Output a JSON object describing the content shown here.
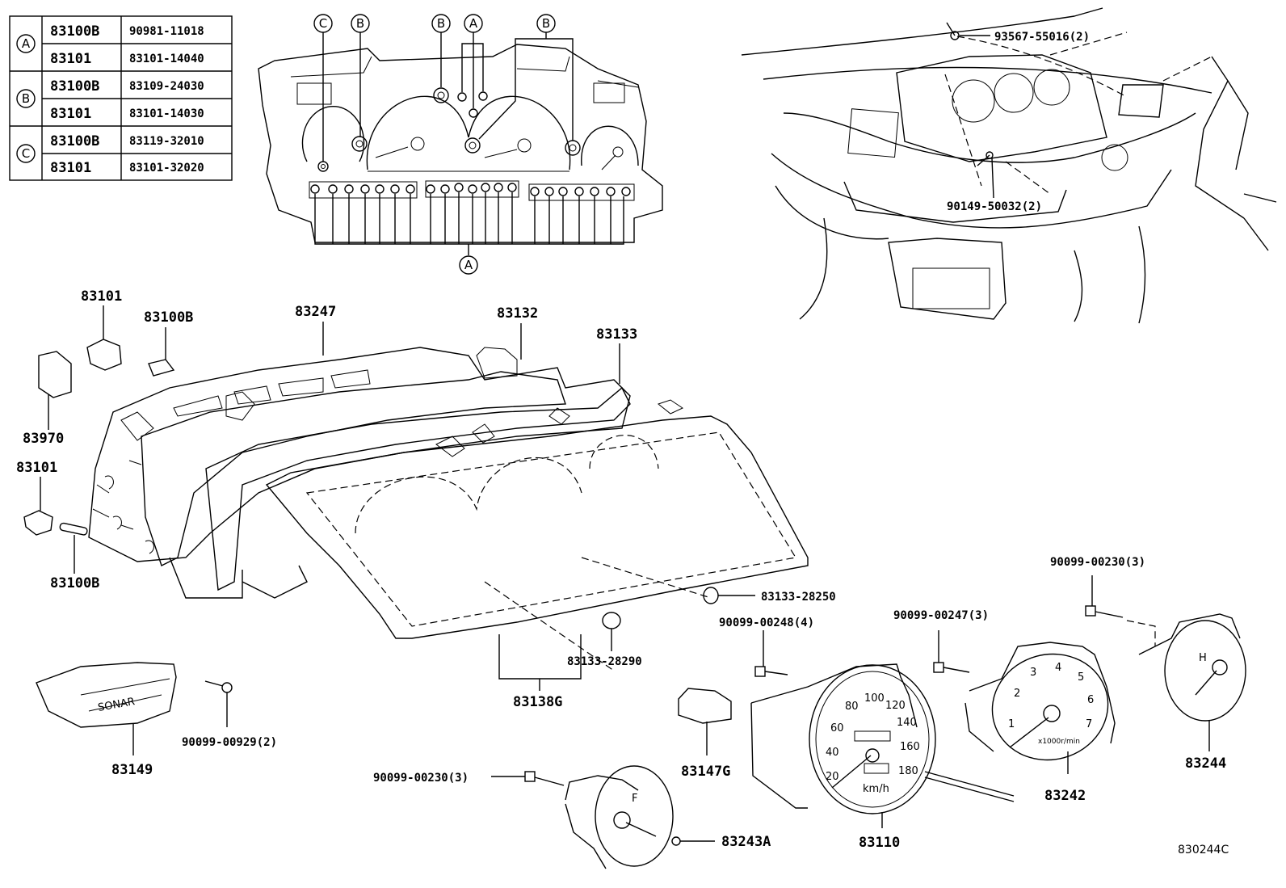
{
  "bulb_table": {
    "rows": [
      {
        "group": "A",
        "part_a": "83100B",
        "part_b": "90981-11018"
      },
      {
        "group": "",
        "part_a": "83101",
        "part_b": "83101-14040"
      },
      {
        "group": "B",
        "part_a": "83100B",
        "part_b": "83109-24030"
      },
      {
        "group": "",
        "part_a": "83101",
        "part_b": "83101-14030"
      },
      {
        "group": "C",
        "part_a": "83100B",
        "part_b": "83119-32010"
      },
      {
        "group": "",
        "part_a": "83101",
        "part_b": "83101-32020"
      }
    ]
  },
  "cluster_callouts": {
    "top": [
      "C",
      "B",
      "B",
      "A",
      "B"
    ],
    "bottom": "A"
  },
  "dash_callouts": {
    "screw_top": "93567-55016(2)",
    "screw_mid": "90149-50032(2)"
  },
  "part_labels": {
    "p83101_top": "83101",
    "p83100b_top": "83100B",
    "p83247": "83247",
    "p83132": "83132",
    "p83133": "83133",
    "p83970": "83970",
    "p83101_mid": "83101",
    "p83100b_mid": "83100B",
    "p83133_28250": "83133-28250",
    "p83133_28290": "83133-28290",
    "p83138g": "83138G",
    "p90099_00929": "90099-00929(2)",
    "p83149": "83149",
    "p90099_00248": "90099-00248(4)",
    "p90099_00247": "90099-00247(3)",
    "p90099_00230_right": "90099-00230(3)",
    "p83147g": "83147G",
    "p90099_00230_left": "90099-00230(3)",
    "p83243a": "83243A",
    "p83110": "83110",
    "p83242": "83242",
    "p83244": "83244"
  },
  "gauge_text": {
    "speed_marks": [
      "20",
      "40",
      "60",
      "80",
      "100",
      "120",
      "140",
      "160",
      "180"
    ],
    "speed_unit": "km/h",
    "tach_marks": [
      "1",
      "2",
      "3",
      "4",
      "5",
      "6",
      "7"
    ],
    "tach_unit": "x1000r/min",
    "fuel_mark": "F",
    "temp_mark": "H",
    "sonar_text": "SONAR"
  },
  "figure_code": "830244C"
}
